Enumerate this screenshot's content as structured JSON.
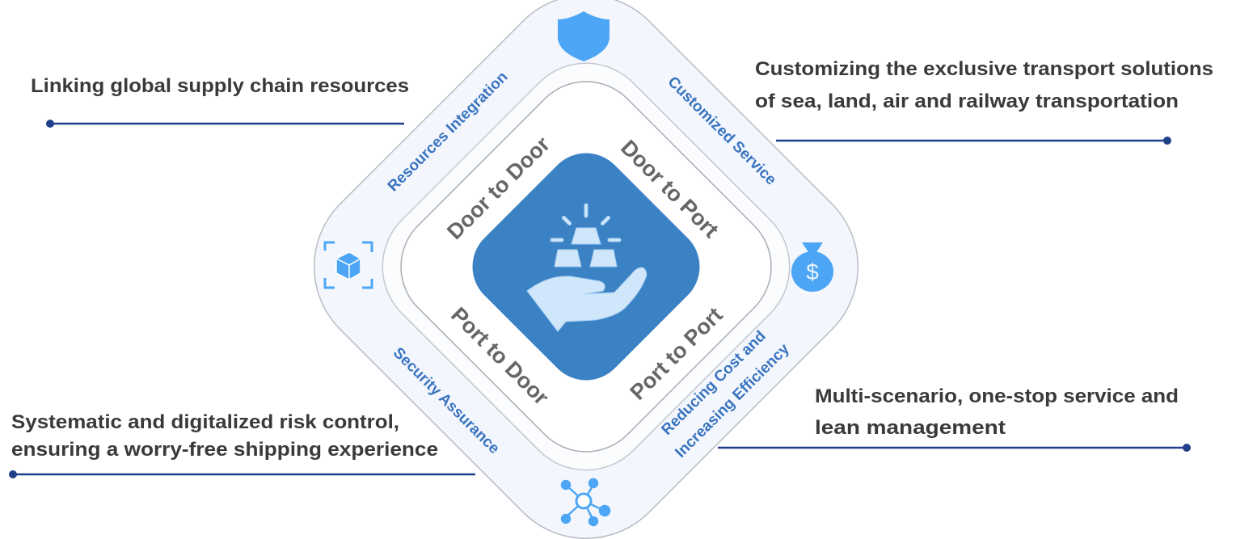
{
  "colors": {
    "accent_line": "#1f3f8a",
    "center_fill": "#3b82c4",
    "ring_label": "#3a74c0",
    "inner_label": "#666666",
    "icon_blue": "#4da6f5"
  },
  "side_notes": {
    "top_left": {
      "lines": [
        "Linking global supply chain resources"
      ]
    },
    "top_right": {
      "lines": [
        "Customizing the exclusive transport solutions",
        "of sea, land, air and railway transportation"
      ]
    },
    "bottom_left": {
      "lines": [
        "Systematic and digitalized risk control,",
        "ensuring a worry-free shipping experience"
      ]
    },
    "bottom_right": {
      "lines": [
        "Multi-scenario, one-stop service and",
        " lean management"
      ]
    }
  },
  "ring_labels": {
    "top_left": "Resources Integration",
    "top_right": "Customized Service",
    "bottom_left": "Security Assurance",
    "bottom_right": [
      "Reducing Cost and",
      "Increasing Efficiency"
    ]
  },
  "inner_labels": {
    "top_left": "Door to Door",
    "top_right": "Door to Port",
    "bottom_left": "Port to Door",
    "bottom_right": "Port  to Port"
  },
  "icons": {
    "top": "shield-icon",
    "left": "box-scan-icon",
    "right": "money-bag-icon",
    "bottom": "network-icon",
    "center": "hand-gold-bars-icon"
  },
  "money_symbol": "$"
}
